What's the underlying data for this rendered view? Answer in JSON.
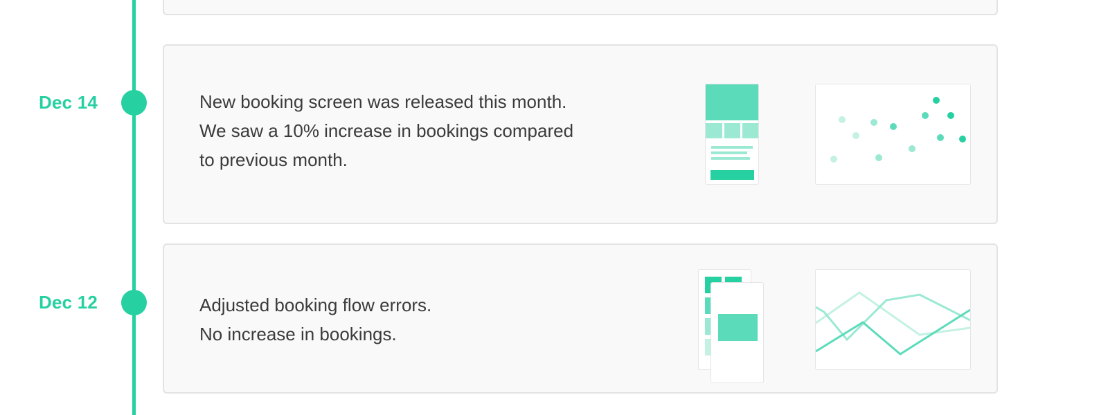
{
  "timeline": {
    "entries": [
      {
        "date": "Dec 14",
        "lines": [
          "New booking screen was released this month.",
          "We saw a 10% increase in bookings compared",
          "to previous month."
        ],
        "mockup_icon": "mobile-screen-mockup-icon",
        "chart_icon": "scatter-chart-icon"
      },
      {
        "date": "Dec 12",
        "lines": [
          "Adjusted booking flow errors.",
          "No increase in bookings."
        ],
        "mockup_icon": "stacked-screens-mockup-icon",
        "chart_icon": "line-chart-icon"
      }
    ]
  },
  "colors": {
    "accent": "#26d0a1",
    "accent_medium": "#5cdbbb",
    "accent_light": "#9be8d3",
    "accent_pale": "#c4f1e4",
    "card_bg": "#f9f9f9",
    "card_border": "#e3e3e3",
    "text": "#3b3b3b"
  }
}
